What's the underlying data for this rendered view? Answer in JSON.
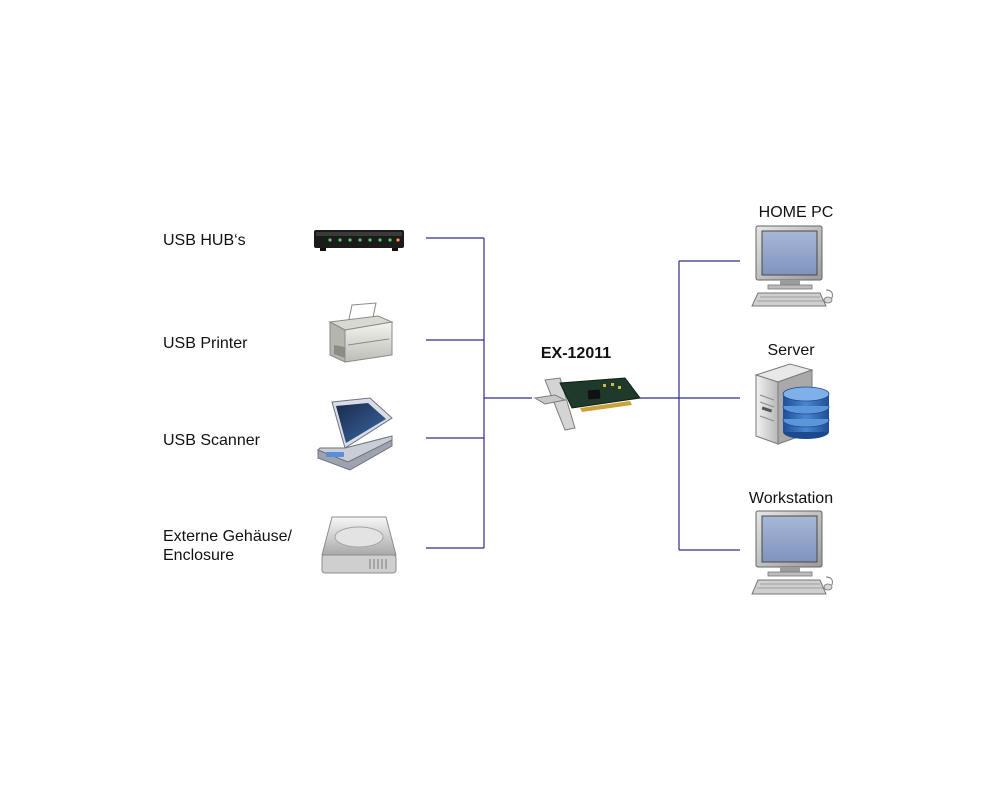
{
  "diagram": {
    "center": {
      "label": "EX-12011"
    },
    "left_devices": [
      {
        "id": "hub",
        "label": "USB HUB‘s",
        "icon": "usb-hub-icon"
      },
      {
        "id": "printer",
        "label": "USB Printer",
        "icon": "printer-icon"
      },
      {
        "id": "scanner",
        "label": "USB Scanner",
        "icon": "scanner-icon"
      },
      {
        "id": "enclosure",
        "label_line1": "Externe Gehäuse/",
        "label_line2": "Enclosure",
        "icon": "hard-drive-enclosure-icon"
      }
    ],
    "right_hosts": [
      {
        "id": "homepc",
        "label": "HOME PC",
        "icon": "desktop-computer-icon"
      },
      {
        "id": "server",
        "label": "Server",
        "icon": "server-database-icon"
      },
      {
        "id": "workstation",
        "label": "Workstation",
        "icon": "desktop-computer-icon"
      }
    ],
    "colors": {
      "connector": "#2e2e8a",
      "screen": "#8fa2c8",
      "database": "#2f68b3"
    }
  }
}
